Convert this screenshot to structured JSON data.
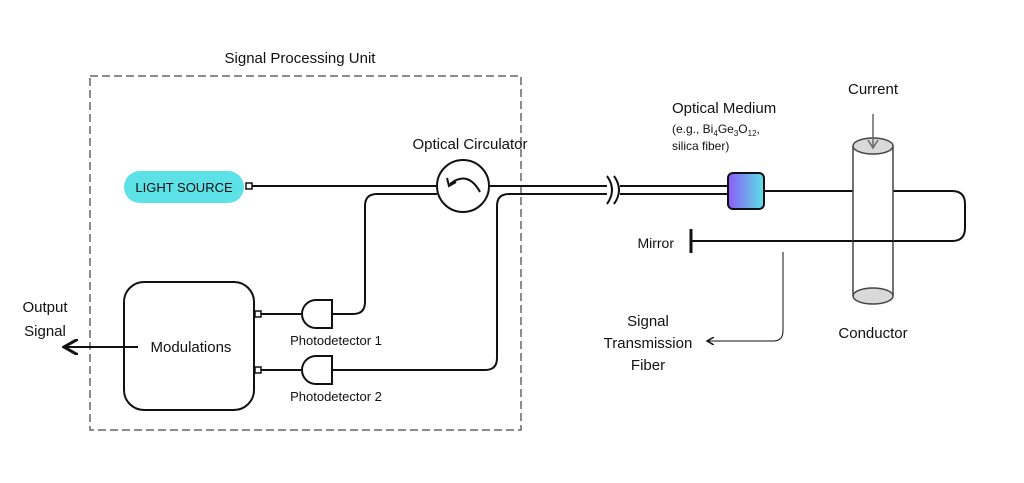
{
  "diagram": {
    "unit_title": "Signal Processing Unit",
    "light_source": "LIGHT SOURCE",
    "circulator": "Optical Circulator",
    "modulations": "Modulations",
    "photodetector1": "Photodetector 1",
    "photodetector2": "Photodetector 2",
    "output_line1": "Output",
    "output_line2": "Signal",
    "medium_title": "Optical Medium",
    "medium_sub1_pre": "(e.g., Bi",
    "medium_sub1_s1": "4",
    "medium_sub1_mid1": "Ge",
    "medium_sub1_s2": "3",
    "medium_sub1_mid2": "O",
    "medium_sub1_s3": "12",
    "medium_sub1_post": ",",
    "medium_sub2": "silica fiber)",
    "current": "Current",
    "conductor": "Conductor",
    "mirror": "Mirror",
    "fiber_line1": "Signal",
    "fiber_line2": "Transmission",
    "fiber_line3": "Fiber",
    "colors": {
      "light_source_fill": "#5ce1e6",
      "medium_gradient_start": "#8b5cf6",
      "medium_gradient_end": "#5ce1e6",
      "conductor_cap": "#d9d9d9"
    }
  }
}
